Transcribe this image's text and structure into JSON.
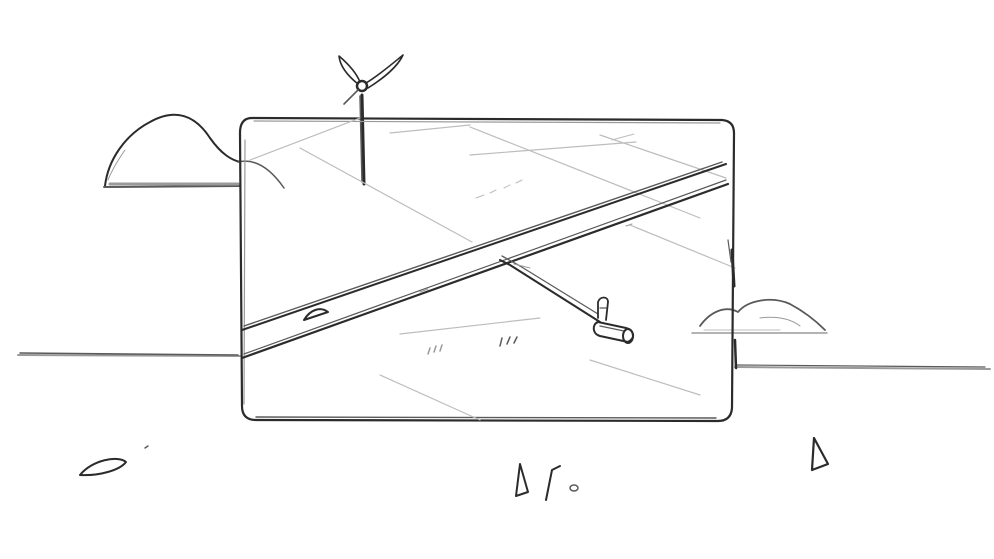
{
  "scene": {
    "kind": "pencil-sketch",
    "background_color": "#ffffff",
    "stroke_color": "#2b2b2b",
    "elements": [
      "horizon-line",
      "hill-left",
      "hill-right",
      "wind-turbine",
      "screen-frame",
      "diagonal-road",
      "road-pole",
      "cable",
      "shutter-device",
      "grass-tufts",
      "foreground-rocks"
    ]
  }
}
